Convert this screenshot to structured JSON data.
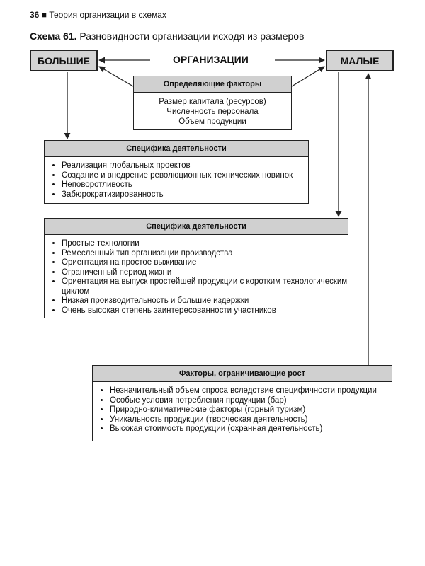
{
  "header": {
    "page_number": "36",
    "marker": "■",
    "title": "Теория организации в схемах"
  },
  "caption": {
    "label": "Схема 61.",
    "text": "Разновидности организации исходя из размеров"
  },
  "nodes": {
    "large": "БОЛЬШИЕ",
    "center": "ОРГАНИЗАЦИИ",
    "small": "МАЛЫЕ"
  },
  "factors": {
    "title": "Определяющие факторы",
    "items": [
      "Размер капитала (ресурсов)",
      "Численность персонала",
      "Объем продукции"
    ]
  },
  "large_spec": {
    "title": "Специфика деятельности",
    "items": [
      "Реализация глобальных проектов",
      "Создание и внедрение революционных технических новинок",
      "Неповоротливость",
      "Забюрократизированность"
    ]
  },
  "small_spec": {
    "title": "Специфика деятельности",
    "items": [
      "Простые технологии",
      "Ремесленный тип организации производства",
      "Ориентация на простое выживание",
      "Ограниченный период жизни",
      "Ориентация на выпуск простейшей продукции с коротким технологическим циклом",
      "Низкая производительность и большие издержки",
      "Очень высокая степень заинтересованности участников"
    ]
  },
  "growth_limits": {
    "title": "Факторы, ограничивающие рост",
    "items": [
      "Незначительный объем спроса вследствие специфичности продукции",
      "Особые условия потребления продукции (бар)",
      "Природно-климатические факторы (горный туризм)",
      "Уникальность продукции (творческая деятельность)",
      "Высокая стоимость продукции (охранная деятельность)"
    ]
  }
}
